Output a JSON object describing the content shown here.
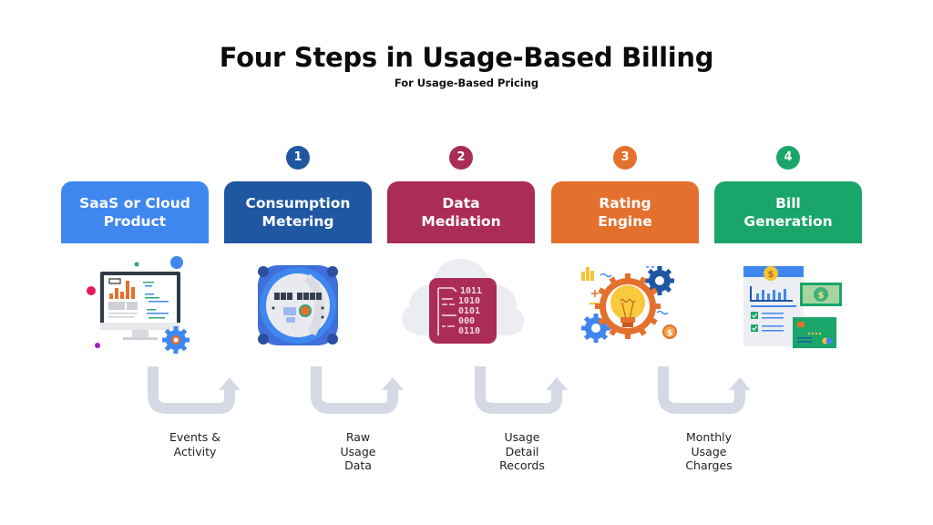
{
  "header": {
    "title": "Four Steps in Usage-Based Billing",
    "subtitle": "For Usage-Based Pricing"
  },
  "stages": [
    {
      "number": null,
      "label_line1": "SaaS or Cloud",
      "label_line2": "Product",
      "color": "#3f87ee",
      "icon": "computer-monitor-dashboard-icon"
    },
    {
      "number": "1",
      "label_line1": "Consumption",
      "label_line2": "Metering",
      "color": "#1f57a3",
      "icon": "utility-meter-icon"
    },
    {
      "number": "2",
      "label_line1": "Data",
      "label_line2": "Mediation",
      "color": "#ab2c57",
      "icon": "cloud-binary-data-icon"
    },
    {
      "number": "3",
      "label_line1": "Rating",
      "label_line2": "Engine",
      "color": "#e4702e",
      "icon": "lightbulb-gears-icon"
    },
    {
      "number": "4",
      "label_line1": "Bill",
      "label_line2": "Generation",
      "color": "#1aa56b",
      "icon": "invoice-money-card-icon"
    }
  ],
  "flows": [
    {
      "lines": [
        "Events &",
        "Activity"
      ]
    },
    {
      "lines": [
        "Raw",
        "Usage",
        "Data"
      ]
    },
    {
      "lines": [
        "Usage",
        "Detail",
        "Records"
      ]
    },
    {
      "lines": [
        "Monthly",
        "Usage",
        "Charges"
      ]
    }
  ],
  "colors": {
    "arrow": "#d5d9e3",
    "title_text": "#0b0b0b",
    "background": "#ffffff"
  }
}
